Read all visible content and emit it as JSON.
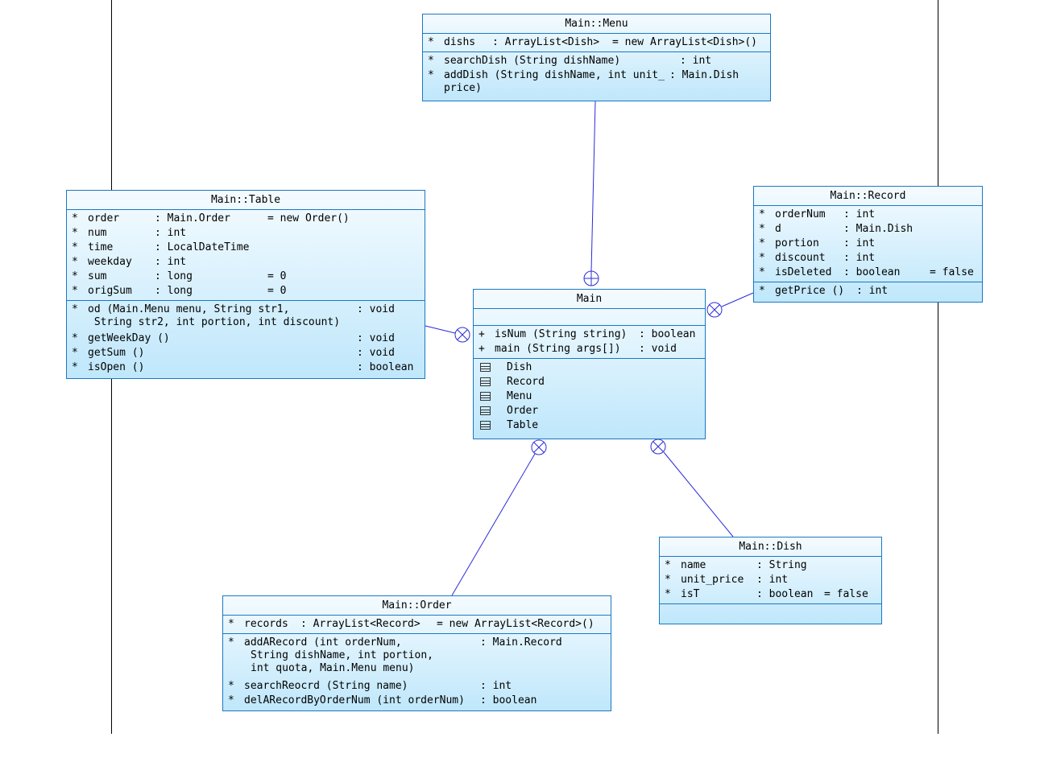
{
  "classes": {
    "menu": {
      "title": "Main::Menu",
      "attrs": [
        {
          "v": "*",
          "n": "dishs",
          "t": ": ArrayList<Dish>",
          "d": "= new ArrayList<Dish>()"
        }
      ],
      "ops": [
        {
          "v": "*",
          "n": "searchDish (String dishName)",
          "t": ": int"
        },
        {
          "v": "*",
          "n": "addDish (String dishName, int unit_",
          "n2": "price)",
          "t": ": Main.Dish"
        }
      ]
    },
    "table": {
      "title": "Main::Table",
      "attrs": [
        {
          "v": "*",
          "n": "order",
          "t": ": Main.Order",
          "d": "= new Order()"
        },
        {
          "v": "*",
          "n": "num",
          "t": ": int",
          "d": ""
        },
        {
          "v": "*",
          "n": "time",
          "t": ": LocalDateTime",
          "d": ""
        },
        {
          "v": "*",
          "n": "weekday",
          "t": ": int",
          "d": ""
        },
        {
          "v": "*",
          "n": "sum",
          "t": ": long",
          "d": "= 0"
        },
        {
          "v": "*",
          "n": "origSum",
          "t": ": long",
          "d": "= 0"
        }
      ],
      "ops": [
        {
          "v": "*",
          "n": "od (Main.Menu menu, String str1,",
          "n2": " String str2, int portion, int discount)",
          "t": ": void"
        },
        {
          "v": "*",
          "n": "getWeekDay ()",
          "t": ": void"
        },
        {
          "v": "*",
          "n": "getSum ()",
          "t": ": void"
        },
        {
          "v": "*",
          "n": "isOpen ()",
          "t": ": boolean"
        }
      ]
    },
    "record": {
      "title": "Main::Record",
      "attrs": [
        {
          "v": "*",
          "n": "orderNum",
          "t": ": int",
          "d": ""
        },
        {
          "v": "*",
          "n": "d",
          "t": ": Main.Dish",
          "d": ""
        },
        {
          "v": "*",
          "n": "portion",
          "t": ": int",
          "d": ""
        },
        {
          "v": "*",
          "n": "discount",
          "t": ": int",
          "d": ""
        },
        {
          "v": "*",
          "n": "isDeleted",
          "t": ": boolean",
          "d": "= false"
        }
      ],
      "ops": [
        {
          "v": "*",
          "n": "getPrice ()",
          "t": ": int"
        }
      ]
    },
    "main": {
      "title": "Main",
      "ops": [
        {
          "v": "+",
          "n": "isNum (String string)",
          "t": ": boolean"
        },
        {
          "v": "+",
          "n": "main (String args[])",
          "t": ": void"
        }
      ],
      "nested": [
        "Dish",
        "Record",
        "Menu",
        "Order",
        "Table"
      ]
    },
    "order": {
      "title": "Main::Order",
      "attrs": [
        {
          "v": "*",
          "n": "records",
          "t": ": ArrayList<Record>",
          "d": "= new ArrayList<Record>()"
        }
      ],
      "ops": [
        {
          "v": "*",
          "n": "addARecord (int orderNum,",
          "n2": "String dishName, int portion,",
          "n3": "int quota, Main.Menu menu)",
          "t": ": Main.Record"
        },
        {
          "v": "*",
          "n": "searchReocrd (String name)",
          "t": ": int"
        },
        {
          "v": "*",
          "n": "delARecordByOrderNum (int orderNum)",
          "t": ": boolean"
        }
      ]
    },
    "dish": {
      "title": "Main::Dish",
      "attrs": [
        {
          "v": "*",
          "n": "name",
          "t": ": String",
          "d": ""
        },
        {
          "v": "*",
          "n": "unit_price",
          "t": ": int",
          "d": ""
        },
        {
          "v": "*",
          "n": "isT",
          "t": ": boolean",
          "d": "= false"
        }
      ]
    }
  },
  "colors": {
    "border": "#1a78c2",
    "line": "#2b2bd9",
    "frame": "#000000"
  }
}
